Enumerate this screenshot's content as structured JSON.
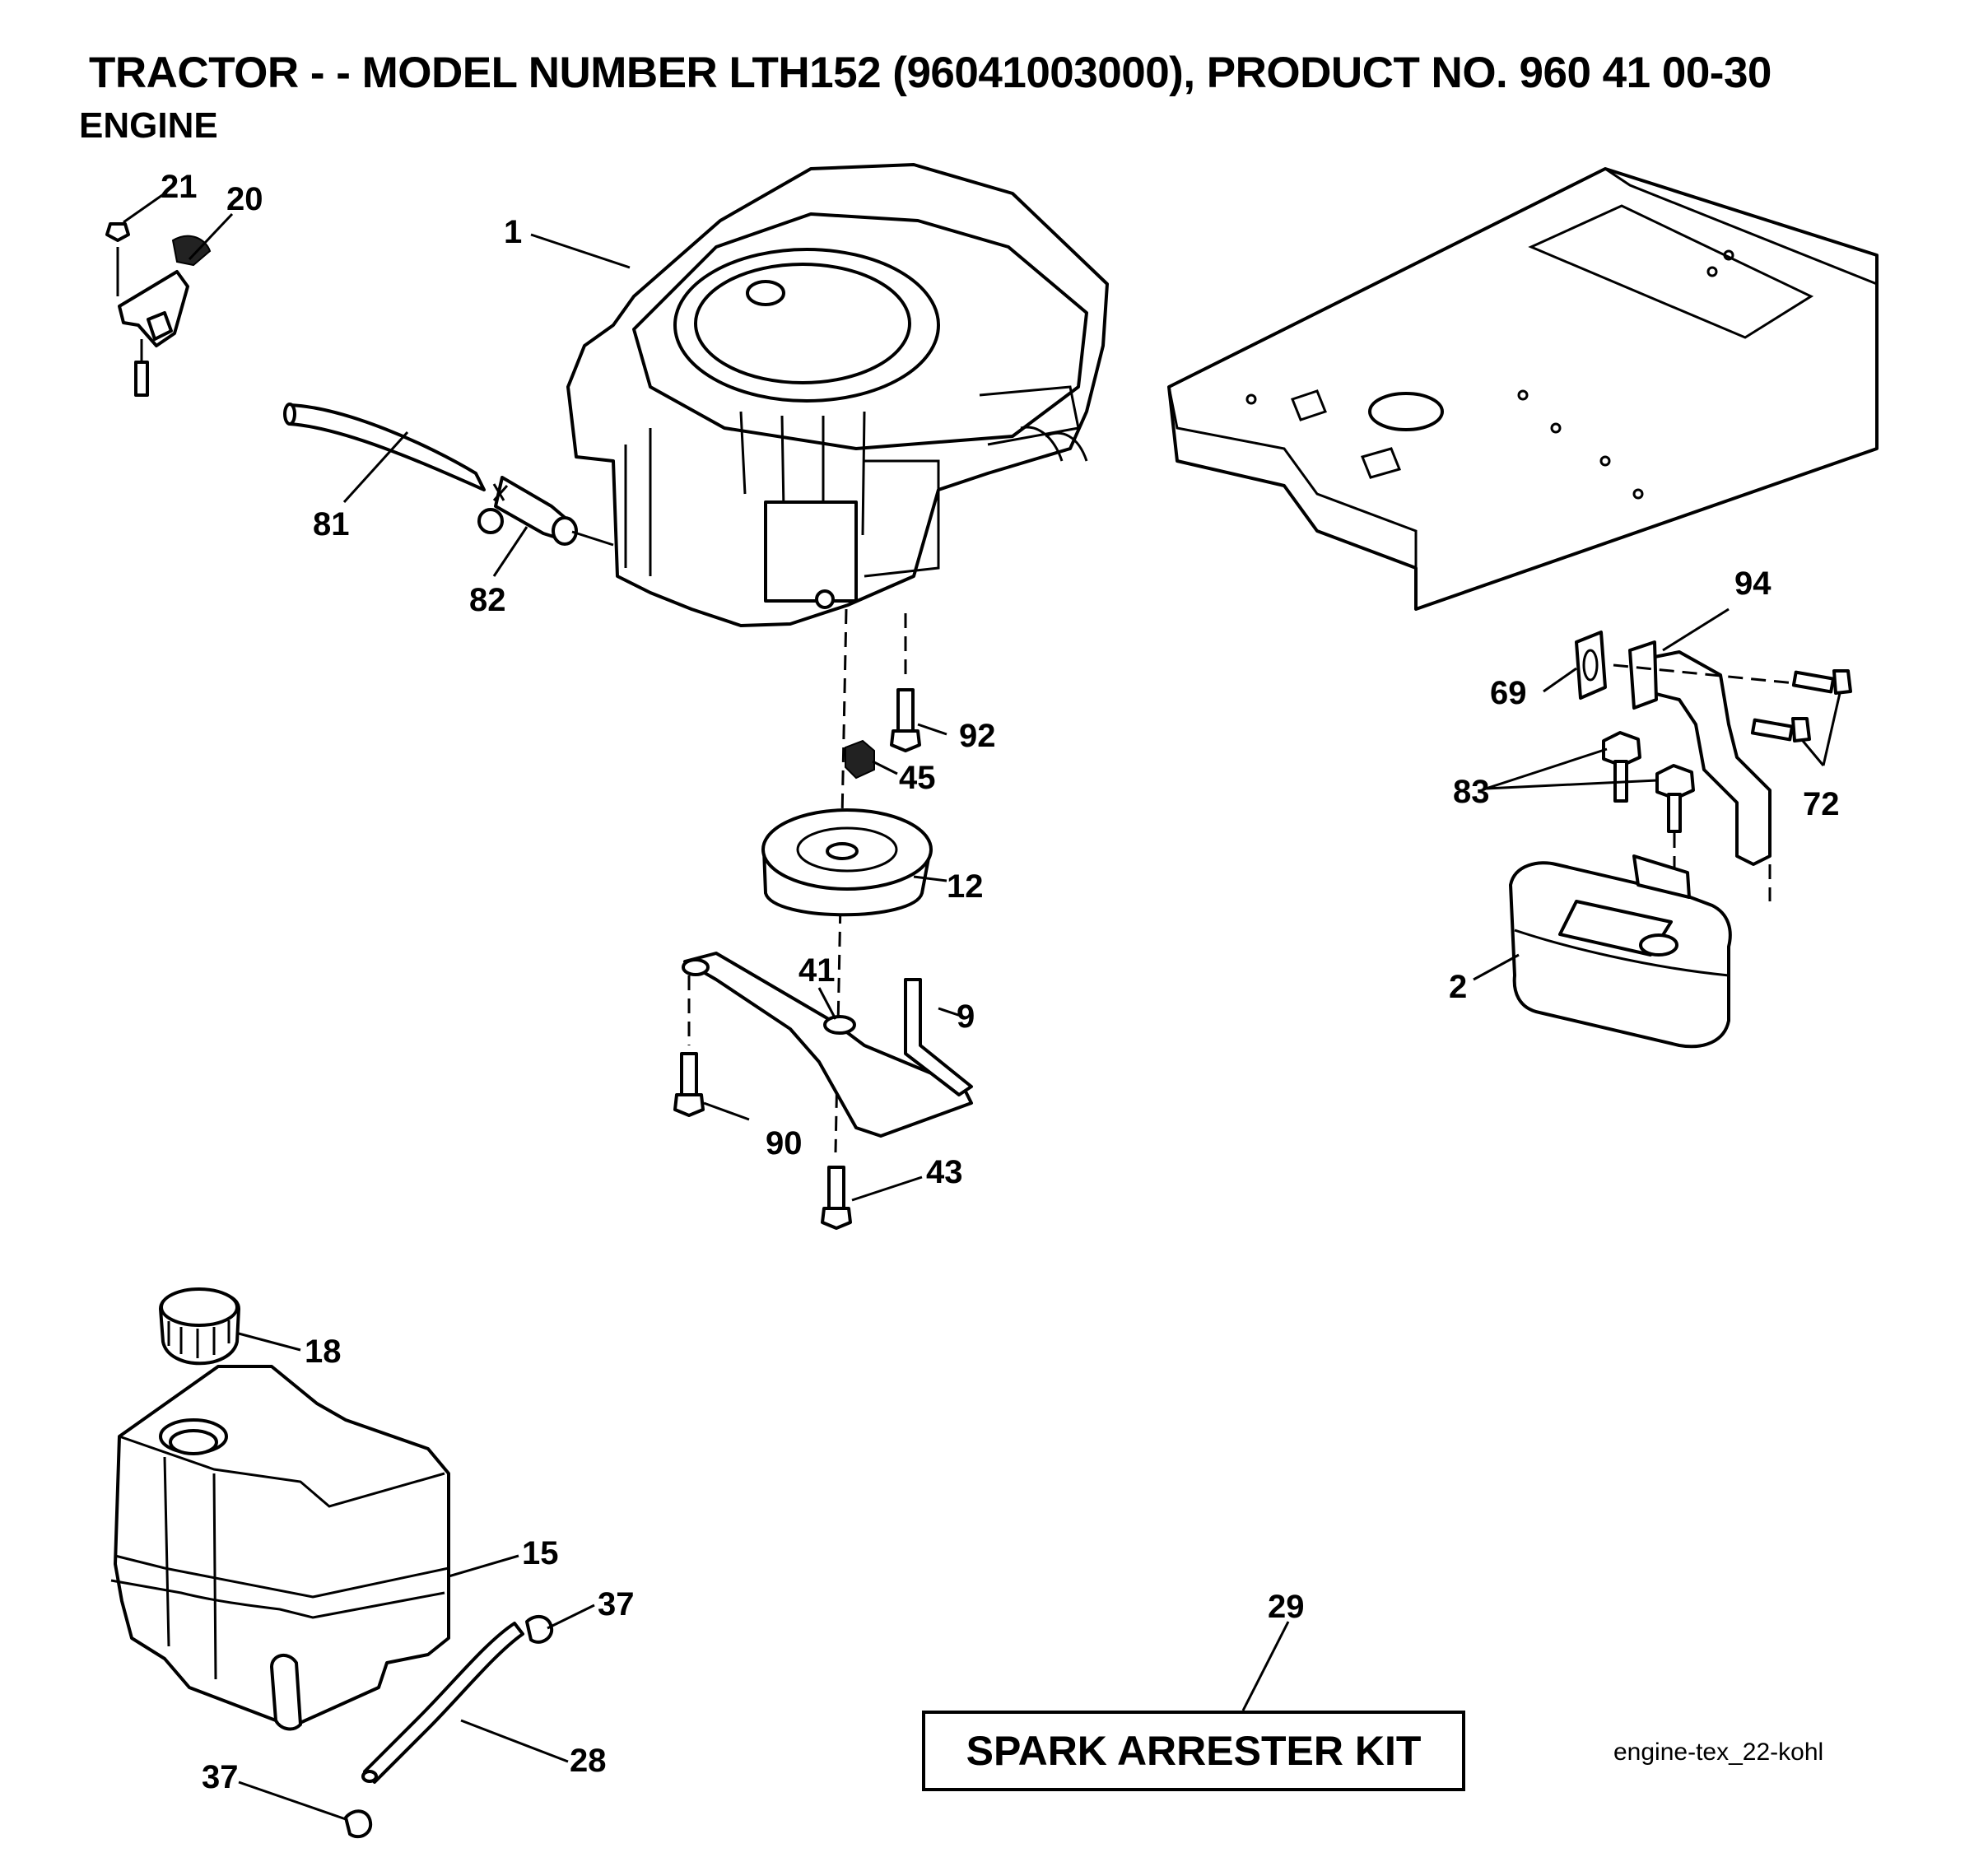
{
  "header": {
    "title": "TRACTOR - - MODEL NUMBER LTH152 (96041003000), PRODUCT NO. 960 41 00-30",
    "subtitle": "ENGINE"
  },
  "callouts": {
    "c1": "1",
    "c2": "2",
    "c9": "9",
    "c12": "12",
    "c15": "15",
    "c18": "18",
    "c20": "20",
    "c21": "21",
    "c28": "28",
    "c29": "29",
    "c37a": "37",
    "c37b": "37",
    "c41": "41",
    "c43": "43",
    "c45": "45",
    "c69": "69",
    "c72": "72",
    "c81": "81",
    "c82": "82",
    "c83": "83",
    "c90": "90",
    "c92": "92",
    "c94": "94"
  },
  "kit": {
    "label": "SPARK ARRESTER KIT"
  },
  "reference": "engine-tex_22-kohl"
}
